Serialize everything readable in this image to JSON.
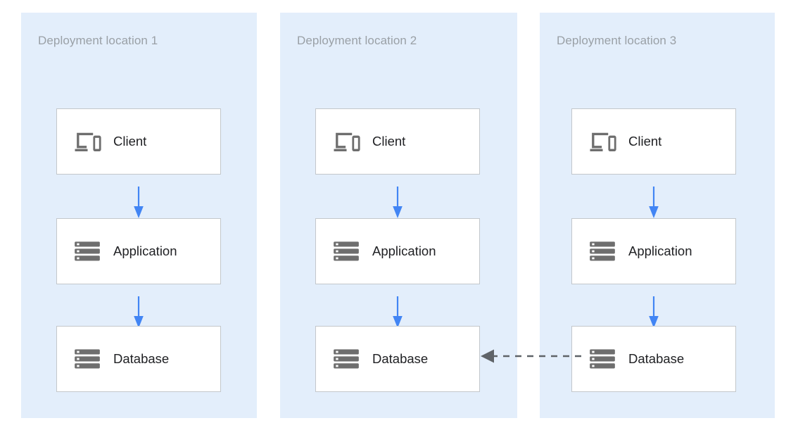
{
  "diagram": {
    "background_color": "#ffffff",
    "panel_color": "#e3eefb",
    "accent_color": "#4285f4",
    "icon_color": "#6e6e6e",
    "connector_dashed_color": "#5f6368",
    "box_border_color": "#c3c7cb",
    "title_color": "#9aa0a6"
  },
  "panels": [
    {
      "title": "Deployment location 1",
      "nodes": [
        {
          "label": "Client",
          "icon": "devices-icon"
        },
        {
          "label": "Application",
          "icon": "server-icon"
        },
        {
          "label": "Database",
          "icon": "server-icon"
        }
      ],
      "connectors": [
        {
          "from": "Client",
          "to": "Application",
          "style": "solid",
          "color": "#4285f4",
          "direction": "down"
        },
        {
          "from": "Application",
          "to": "Database",
          "style": "solid",
          "color": "#4285f4",
          "direction": "down"
        }
      ]
    },
    {
      "title": "Deployment location 2",
      "nodes": [
        {
          "label": "Client",
          "icon": "devices-icon"
        },
        {
          "label": "Application",
          "icon": "server-icon"
        },
        {
          "label": "Database",
          "icon": "server-icon"
        }
      ],
      "connectors": [
        {
          "from": "Client",
          "to": "Application",
          "style": "solid",
          "color": "#4285f4",
          "direction": "down"
        },
        {
          "from": "Application",
          "to": "Database",
          "style": "solid",
          "color": "#4285f4",
          "direction": "down"
        }
      ]
    },
    {
      "title": "Deployment location 3",
      "nodes": [
        {
          "label": "Client",
          "icon": "devices-icon"
        },
        {
          "label": "Application",
          "icon": "server-icon"
        },
        {
          "label": "Database",
          "icon": "server-icon"
        }
      ],
      "connectors": [
        {
          "from": "Client",
          "to": "Application",
          "style": "solid",
          "color": "#4285f4",
          "direction": "down"
        },
        {
          "from": "Application",
          "to": "Database",
          "style": "solid",
          "color": "#4285f4",
          "direction": "down"
        }
      ]
    }
  ],
  "cross_panel_connectors": [
    {
      "from": "Deployment location 3 / Database",
      "to": "Deployment location 2 / Database",
      "style": "dashed",
      "color": "#5f6368",
      "direction": "left",
      "label": ""
    }
  ]
}
